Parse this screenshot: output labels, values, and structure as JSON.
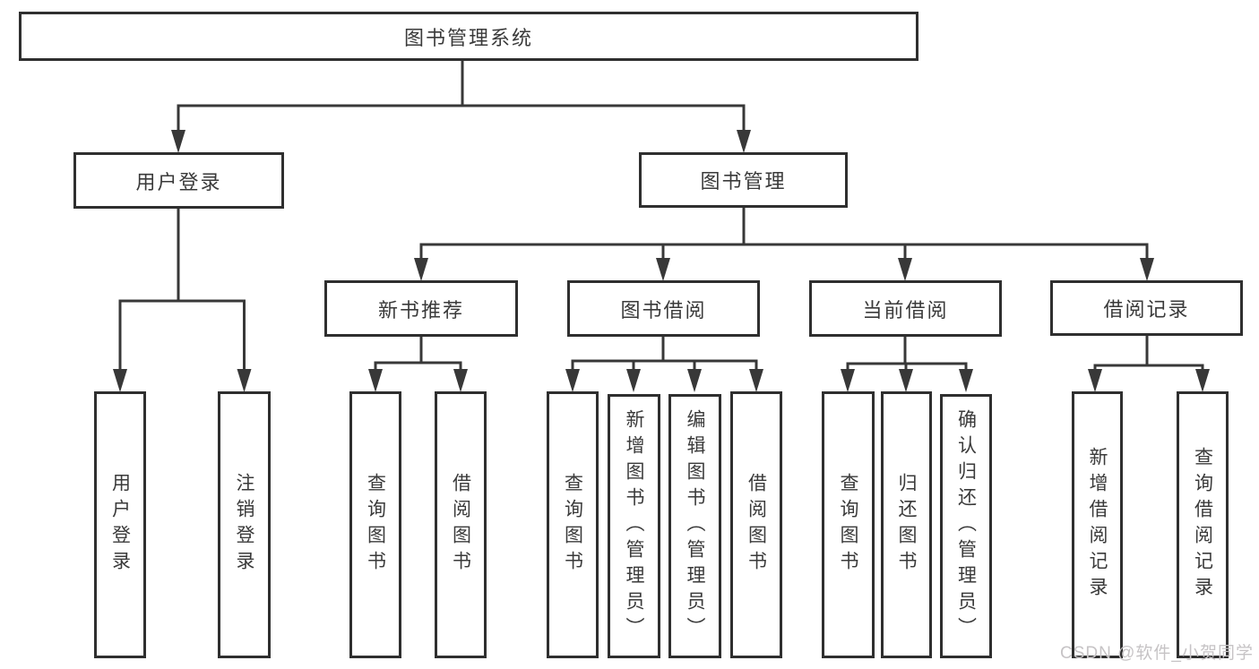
{
  "diagram": {
    "root": {
      "label": "图书管理系统"
    },
    "branches": [
      {
        "label": "用户登录",
        "children": [
          {
            "label": "用户登录"
          },
          {
            "label": "注销登录"
          }
        ]
      },
      {
        "label": "图书管理",
        "children": [
          {
            "label": "新书推荐",
            "children": [
              {
                "label": "查询图书"
              },
              {
                "label": "借阅图书"
              }
            ]
          },
          {
            "label": "图书借阅",
            "children": [
              {
                "label": "查询图书"
              },
              {
                "label": "新增图书（管理员）"
              },
              {
                "label": "编辑图书（管理员）"
              },
              {
                "label": "借阅图书"
              }
            ]
          },
          {
            "label": "当前借阅",
            "children": [
              {
                "label": "查询图书"
              },
              {
                "label": "归还图书"
              },
              {
                "label": "确认归还（管理员）"
              }
            ]
          },
          {
            "label": "借阅记录",
            "children": [
              {
                "label": "新增借阅记录"
              },
              {
                "label": "查询借阅记录"
              }
            ]
          }
        ]
      }
    ]
  },
  "watermark": {
    "text": "CSDN @软件_小贺同学"
  },
  "colors": {
    "line": "#383838",
    "border": "#2f2f2f",
    "text": "#3a3a3a",
    "watermark": "#c6c3c5",
    "background": "#ffffff"
  }
}
